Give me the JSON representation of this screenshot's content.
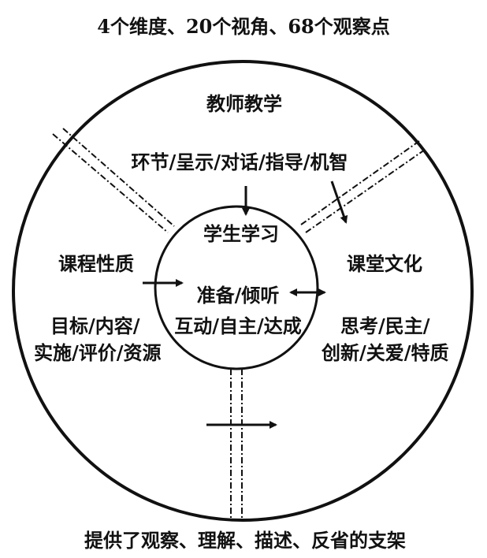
{
  "header": {
    "title": "4个维度、20个视角、68个观察点"
  },
  "footer": {
    "caption": "提供了观察、理解、描述、反省的支架"
  },
  "sections": {
    "teacher": {
      "title": "教师教学",
      "items": "环节/呈示/对话/指导/机智"
    },
    "student": {
      "title": "学生学习",
      "line1": "准备/倾听",
      "line2": "互动/自主/达成"
    },
    "curriculum": {
      "title": "课程性质",
      "line1": "目标/内容/",
      "line2": "实施/评价/资源"
    },
    "culture": {
      "title": "课堂文化",
      "line1": "思考/民主/",
      "line2": "创新/关爱/特质"
    }
  },
  "colors": {
    "ink": "#111111",
    "background": "#ffffff"
  }
}
